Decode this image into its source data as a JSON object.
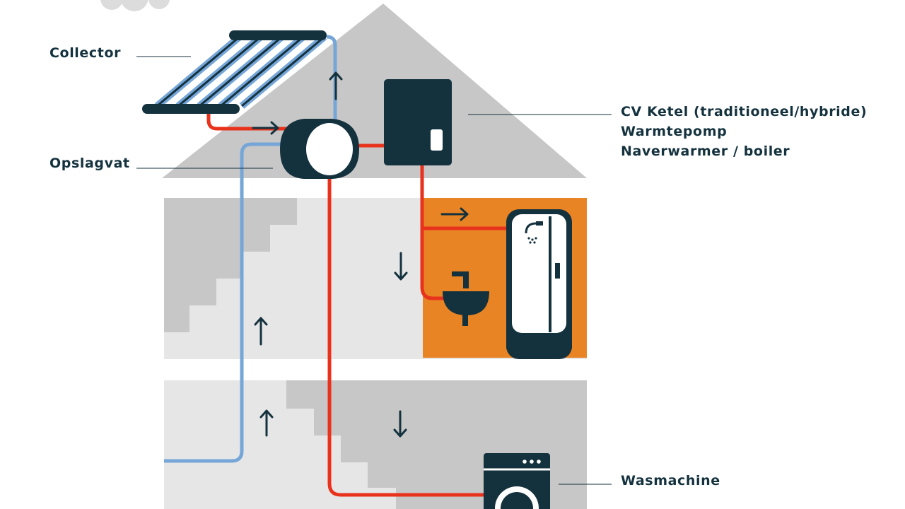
{
  "labels": {
    "collector": "Collector",
    "storage_tank": "Opslagvat",
    "heaters": [
      "CV Ketel (traditioneel/hybride)",
      "Warmtepomp",
      "Naverwarmer / boiler"
    ],
    "washing_machine": "Wasmachine"
  },
  "colors": {
    "ink": "#14323e",
    "hot_pipe": "#e8321c",
    "cold_pipe": "#76a6d8",
    "house_gray": "#c7c7c7",
    "room_gray": "#e6e6e6",
    "bathroom": "#e98424"
  },
  "icons": [
    "solar-collector-icon",
    "storage-tank-icon",
    "boiler-icon",
    "shower-cabin-icon",
    "sink-icon",
    "washing-machine-icon",
    "arrow-icon",
    "cloud-icon"
  ]
}
